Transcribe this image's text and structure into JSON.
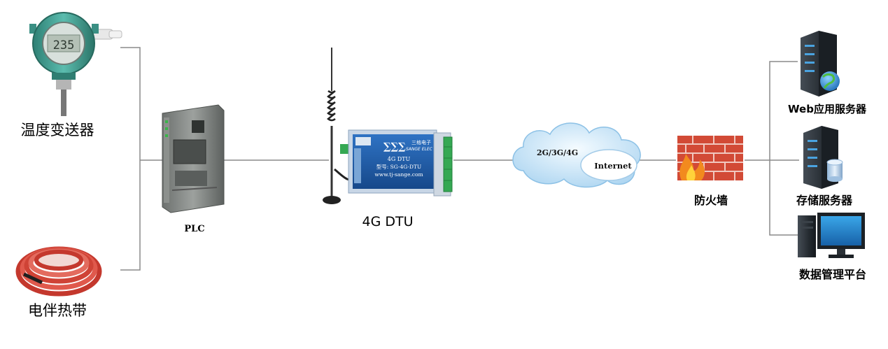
{
  "labels": {
    "temp_transmitter": "温度变送器",
    "heat_tape": "电伴热带",
    "plc": "PLC",
    "dtu": "4G DTU",
    "firewall": "防火墙",
    "web_server": "Web应用服务器",
    "storage_server": "存储服务器",
    "data_platform": "数据管理平台"
  },
  "cloud": {
    "network_text": "2G/3G/4G",
    "internet_text": "Internet"
  },
  "dtu_device": {
    "brand_cn": "三格电子",
    "brand_en": "SANGE ELEC",
    "model_title": "4G DTU",
    "model_line": "型号: SG-4G-DTU",
    "website": "www.tj-sange.com"
  },
  "transmitter_display": "235",
  "colors": {
    "dtu_body": "#1f5aa8",
    "dtu_frame": "#c8d6e6",
    "terminal_green": "#35a853",
    "transmitter_green": "#3f9e8f",
    "heat_tape_red": "#d9473b",
    "cloud_blue": "#cfe6f7",
    "firewall_red": "#c93a2a",
    "server_dark": "#2a3138",
    "server_blue": "#3a9ad9",
    "line_gray": "#8a8a8a"
  }
}
